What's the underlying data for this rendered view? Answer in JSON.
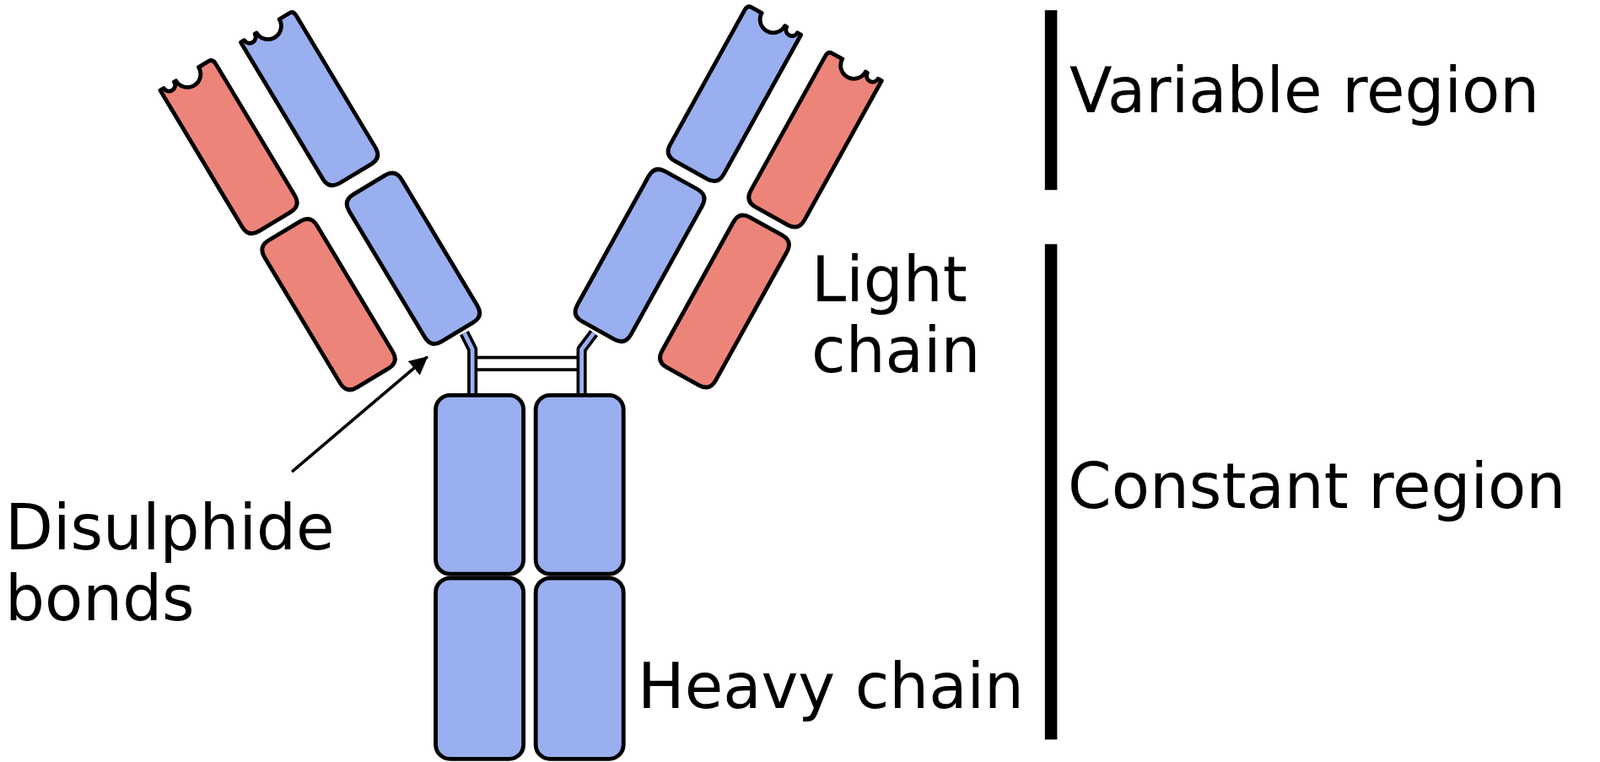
{
  "diagram": {
    "labels": [
      "Variable region",
      "Light chain",
      "Constant region",
      "Disulphide bonds",
      "Heavy chain"
    ]
  }
}
